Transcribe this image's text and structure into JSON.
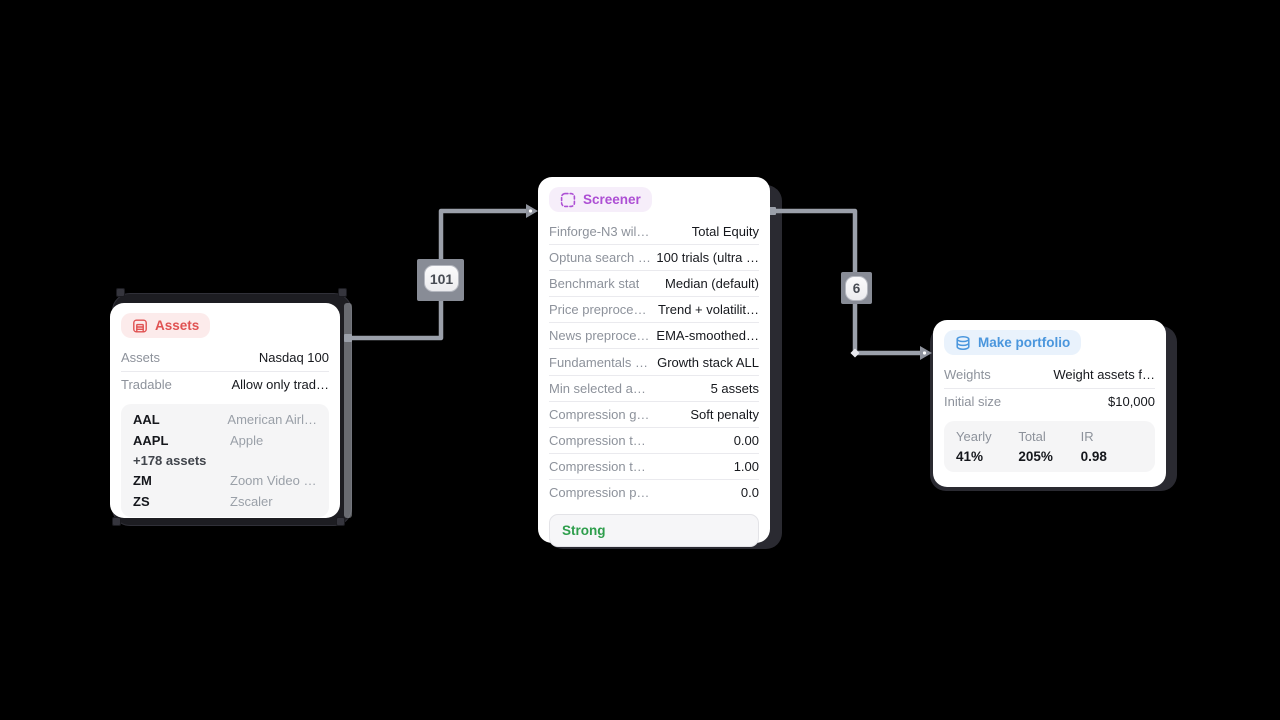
{
  "canvas": {
    "background": "#000000",
    "edge_color": "#9ba0aa"
  },
  "edges": [
    {
      "label": "101",
      "from": "assets",
      "to": "screener"
    },
    {
      "label": "6",
      "from": "screener",
      "to": "make-portfolio"
    }
  ],
  "assets": {
    "title": "Assets",
    "accent": "#e05252",
    "pill_bg": "#fcebeb",
    "rows": [
      {
        "label": "Assets",
        "value": "Nasdaq 100"
      },
      {
        "label": "Tradable",
        "value": "Allow only trad…"
      }
    ],
    "list_top": [
      {
        "ticker": "AAL",
        "name": "American Airl…"
      },
      {
        "ticker": "AAPL",
        "name": "Apple"
      }
    ],
    "more": "+178 assets",
    "list_bottom": [
      {
        "ticker": "ZM",
        "name": "Zoom Video …"
      },
      {
        "ticker": "ZS",
        "name": "Zscaler"
      }
    ]
  },
  "screener": {
    "title": "Screener",
    "accent": "#ad4fd4",
    "pill_bg": "#f6eefa",
    "rows": [
      {
        "label": "Finforge-N3 wil…",
        "value": "Total Equity"
      },
      {
        "label": "Optuna search …",
        "value": "100 trials (ultra …"
      },
      {
        "label": "Benchmark stat",
        "value": "Median (default)"
      },
      {
        "label": "Price preproce…",
        "value": "Trend + volatilit…"
      },
      {
        "label": "News preproce…",
        "value": "EMA-smoothed…"
      },
      {
        "label": "Fundamentals …",
        "value": "Growth stack ALL"
      },
      {
        "label": "Min selected a…",
        "value": "5 assets"
      },
      {
        "label": "Compression g…",
        "value": "Soft penalty"
      },
      {
        "label": "Compression t…",
        "value": "0.00"
      },
      {
        "label": "Compression t…",
        "value": "1.00"
      },
      {
        "label": "Compression p…",
        "value": "0.0"
      }
    ],
    "badge": "Strong",
    "badge_color": "#2e9e4c"
  },
  "portfolio": {
    "title": "Make portfolio",
    "accent": "#4a96dd",
    "pill_bg": "#e9f2fc",
    "rows": [
      {
        "label": "Weights",
        "value": "Weight assets f…"
      },
      {
        "label": "Initial size",
        "value": "$10,000"
      }
    ],
    "stats": [
      {
        "label": "Yearly",
        "value": "41%"
      },
      {
        "label": "Total",
        "value": "205%"
      },
      {
        "label": "IR",
        "value": "0.98"
      }
    ]
  }
}
